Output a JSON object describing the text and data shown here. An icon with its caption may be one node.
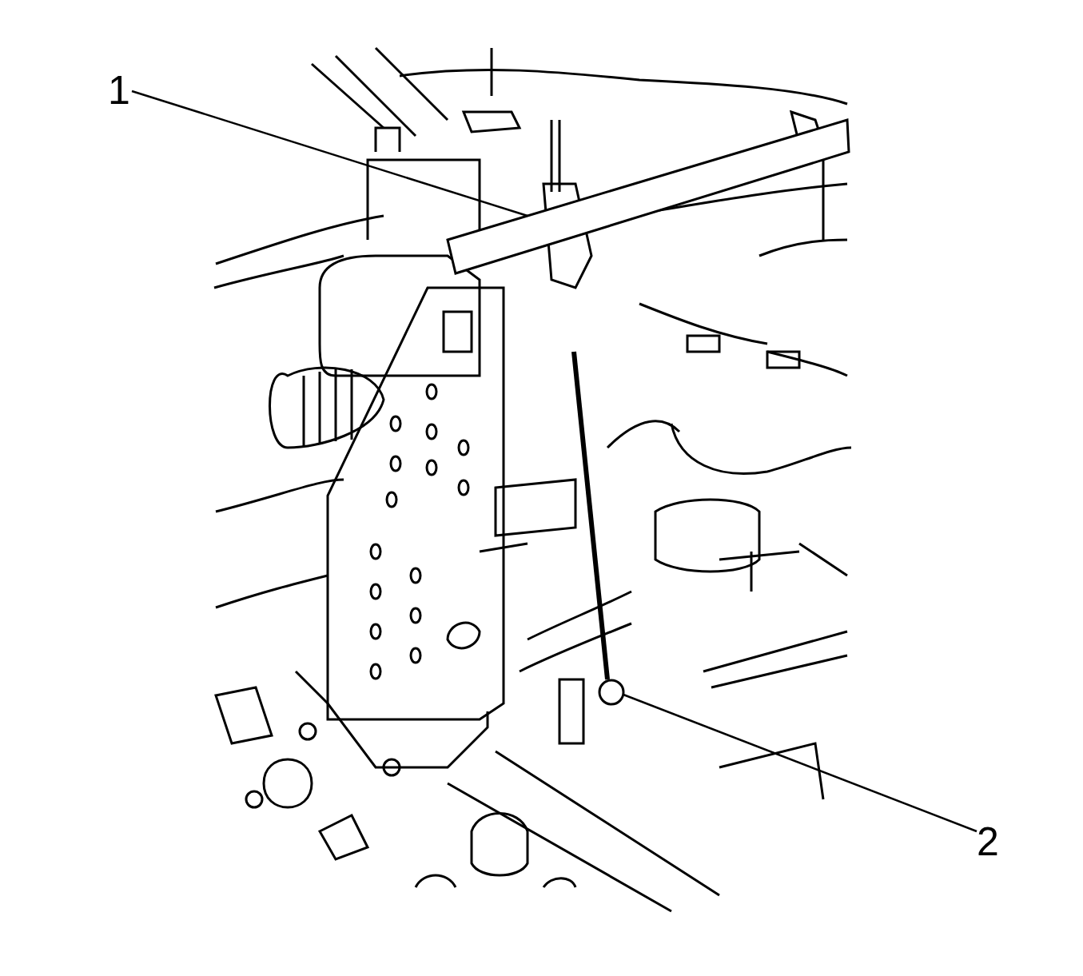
{
  "diagram": {
    "nodes": [
      {
        "text": [
          "1"
        ]
      },
      {
        "text": [],
        "shape": "bar"
      },
      {
        "text": [
          "2"
        ]
      },
      {
        "text": [],
        "shape": "picture"
      }
    ],
    "edges": [
      {
        "from": 0,
        "to": 1,
        "arrow": "none"
      },
      {
        "from": 2,
        "to": 3,
        "arrow": "none"
      }
    ]
  }
}
